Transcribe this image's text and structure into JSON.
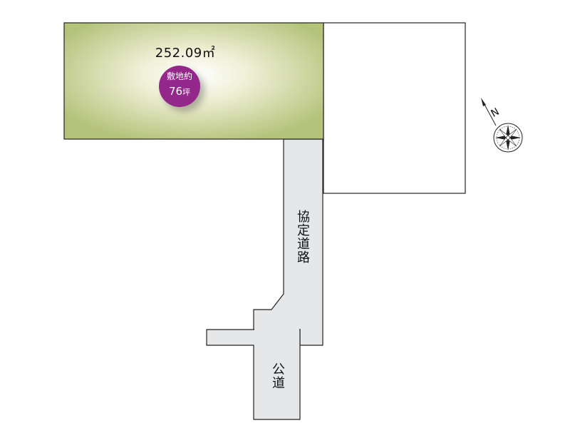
{
  "lot": {
    "area_text": "252.09㎡",
    "badge_line1": "敷地約",
    "badge_number": "76",
    "badge_unit": "坪",
    "fill_color": "#b5c27a",
    "badge_color": "#93288a"
  },
  "private_road": {
    "label": "協定道路",
    "fill_color": "#e6e7e8"
  },
  "public_road": {
    "label": "公道",
    "fill_color": "#e6e7e8"
  },
  "compass": {
    "north_label": "N",
    "icon": "compass-rose-icon"
  }
}
